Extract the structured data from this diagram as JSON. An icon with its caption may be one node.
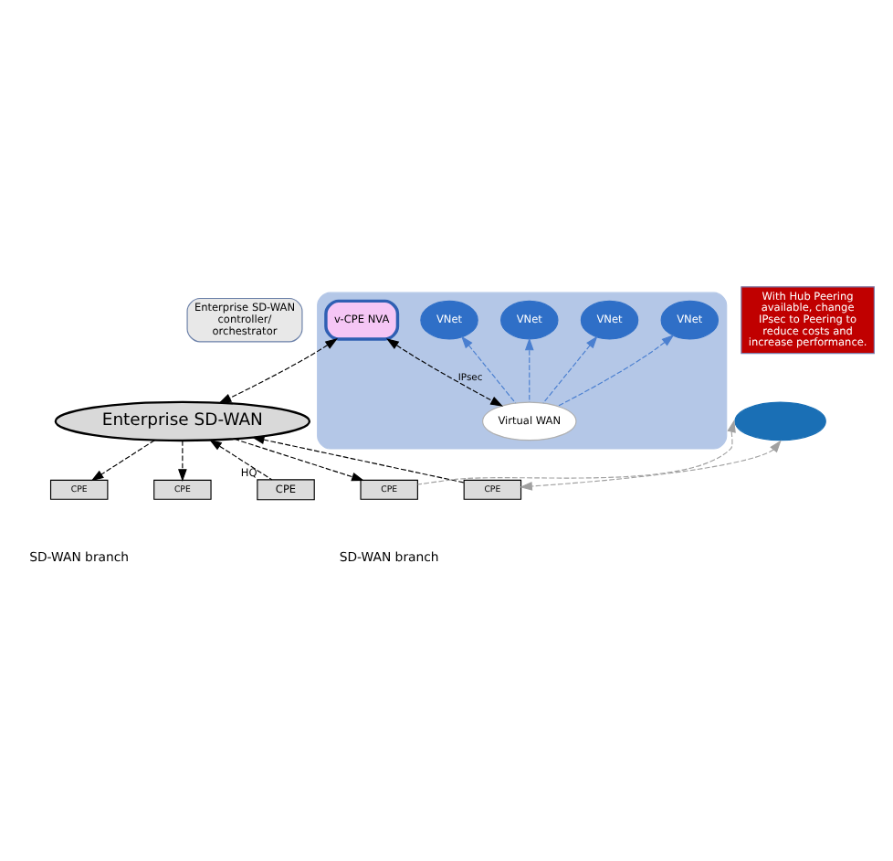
{
  "diagram": {
    "nodes": [
      {
        "text": [
          "Enterprise SD-WAN controller/ orchestrator"
        ]
      },
      {
        "text": [
          "Enterprise SD-WAN"
        ]
      },
      {
        "text": [],
        "shape": "cloud"
      },
      {
        "text": [
          "v-CPE NVA"
        ],
        "in": 2
      },
      {
        "text": [
          "Virtual WAN"
        ],
        "in": 2
      },
      {
        "text": [
          "VNet"
        ],
        "in": 2
      },
      {
        "text": [
          "VNet"
        ],
        "in": 2
      },
      {
        "text": [
          "VNet"
        ],
        "in": 2
      },
      {
        "text": [
          "VNet"
        ],
        "in": 2
      },
      {
        "text": [],
        "shape": "cloud"
      },
      {
        "text": [
          "With Hub Peering available, change IPsec to Peering to reduce costs and increase performance."
        ]
      },
      {
        "text": [
          "CPE"
        ]
      },
      {
        "text": [
          "CPE"
        ]
      },
      {
        "text": [
          "CPE"
        ],
        "beside": [
          "HQ"
        ]
      },
      {
        "text": [
          "CPE"
        ]
      },
      {
        "text": [
          "CPE"
        ]
      }
    ],
    "edges": [
      {
        "from": 1,
        "to": 3,
        "arrow": "both",
        "style": "dashed"
      },
      {
        "from": 3,
        "to": 4,
        "arrow": "both",
        "style": "dashed",
        "label": "IPsec"
      },
      {
        "from": 4,
        "to": 5,
        "arrow": "to",
        "style": "dashed",
        "color": "#4a7fd0"
      },
      {
        "from": 4,
        "to": 6,
        "arrow": "to",
        "style": "dashed",
        "color": "#4a7fd0"
      },
      {
        "from": 4,
        "to": 7,
        "arrow": "to",
        "style": "dashed",
        "color": "#4a7fd0"
      },
      {
        "from": 4,
        "to": 8,
        "arrow": "to",
        "style": "dashed",
        "color": "#4a7fd0"
      },
      {
        "from": 1,
        "to": 11,
        "arrow": "to",
        "style": "dashed"
      },
      {
        "from": 1,
        "to": 12,
        "arrow": "to",
        "style": "dashed"
      },
      {
        "from": 13,
        "to": 1,
        "arrow": "to",
        "style": "dashed"
      },
      {
        "from": 1,
        "to": 14,
        "arrow": "to",
        "style": "dashed"
      },
      {
        "from": 15,
        "to": 1,
        "arrow": "to",
        "style": "dashed"
      },
      {
        "from": 14,
        "to": 9,
        "arrow": "to",
        "style": "dashed",
        "color": "#a0a0a0"
      },
      {
        "from": 15,
        "to": 9,
        "arrow": "both",
        "style": "dashed",
        "color": "#a0a0a0"
      }
    ],
    "labels": [
      "SD-WAN branch",
      "SD-WAN branch"
    ]
  }
}
